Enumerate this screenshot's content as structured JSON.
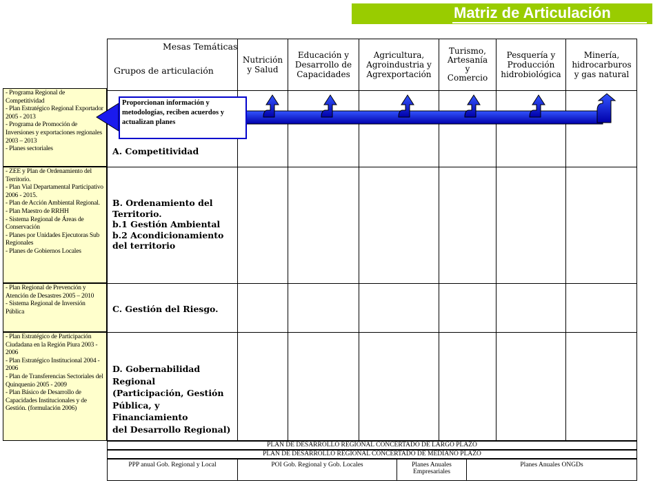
{
  "title": "Matriz de Articulación",
  "header": {
    "mesas_label": "Mesas Temáticas",
    "grupos_label": "Grupos de articulación",
    "columns": [
      "Nutrición\ny Salud",
      "Educación y\nDesarrollo de\nCapacidades",
      "Agricultura,\nAgroindustria y\nAgrexportación",
      "Turismo,\nArtesanía\ny\nComercio",
      "Pesquería y\nProducción\nhidrobiológica",
      "Minería,\nhidrocarburos\ny gas natural"
    ]
  },
  "callout": "Proporcionan información y metodologías, reciben acuerdos y actualizan planes",
  "rows": [
    {
      "side": "- Programa Regional de Competitividad\n- Plan Estratégico Regional Exportador 2005 - 2013\n- Programa de Promoción de Inversiones y exportaciones regionales 2003 – 2013\n- Planes sectoriales",
      "group": "A. Competitividad"
    },
    {
      "side": "- ZEE y Plan de Ordenamiento del Territorio.\n- Plan Vial Departamental Participativo 2006 - 2015.\n- Plan de Acción Ambiental Regional.\n- Plan Maestro de RRHH\n- Sistema Regional de Áreas de Conservación\n- Planes por Unidades Ejecutoras Sub Regionales\n- Planes de Gobiernos Locales",
      "group": "B. Ordenamiento del Territorio.\nb.1 Gestión Ambiental\nb.2 Acondicionamiento del territorio"
    },
    {
      "side": "- Plan Regional de Prevención y Atención de Desastres 2005 – 2010\n- Sistema Regional de Inversión Pública",
      "group": "C. Gestión del Riesgo."
    },
    {
      "side": "- Plan Estratégico de Participación Ciudadana en la Región Piura 2003 - 2006\n- Plan Estratégico Institucional 2004 - 2006\n- Plan de Transferencias Sectoriales del Quinquenio 2005 - 2009\n- Plan Básico de Desarrollo de Capacidades Institucionales y de Gestión. (formulación 2006)",
      "group": "D. Gobernabilidad Regional\n(Participación, Gestión\nPública, y Financiamiento\ndel Desarrollo Regional)"
    }
  ],
  "plans": {
    "largo": "PLAN DE DESARROLLO REGIONAL CONCERTADO DE LARGO PLAZO",
    "mediano": "PLAN DE DESARROLLO REGIONAL CONCERTADO DE MEDIANO PLAZO",
    "bottom": [
      "PPP anual Gob. Regional y Local",
      "POI Gob. Regional y Gob. Locales",
      "Planes Anuales\nEmpresariales",
      "Planes Anuales ONGDs"
    ]
  },
  "colors": {
    "title_bar": "#99cc00",
    "yellow_cells": "#ffffcc",
    "arrow": "#0000cc",
    "callout_border": "#0000cc"
  }
}
